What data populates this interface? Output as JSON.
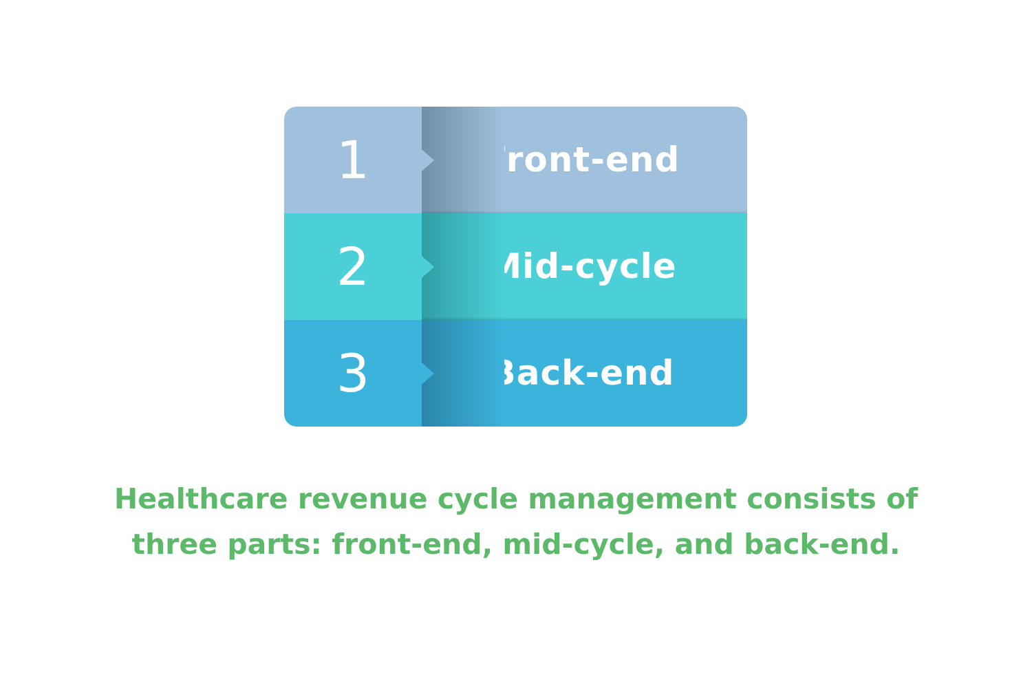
{
  "steps": [
    {
      "number": "1",
      "label": "Front-end",
      "colors": {
        "number_bg": "#a0c1dd",
        "label_bg": "#a0c1dd",
        "fold_shadow": "#6f8ea8"
      }
    },
    {
      "number": "2",
      "label": "Mid-cycle",
      "colors": {
        "number_bg": "#4bd0d8",
        "label_bg": "#4bd0d8",
        "fold_shadow": "#2f9fa3"
      }
    },
    {
      "number": "3",
      "label": "Back-end",
      "colors": {
        "number_bg": "#3bb3dd",
        "label_bg": "#3bb3dd",
        "fold_shadow": "#2a86a8"
      }
    }
  ],
  "caption": {
    "line1": "Healthcare revenue cycle management consists of",
    "line2": "three parts: front-end, mid-cycle, and back-end."
  },
  "colors": {
    "caption_text": "#5cb96a",
    "step_text": "#ffffff"
  }
}
